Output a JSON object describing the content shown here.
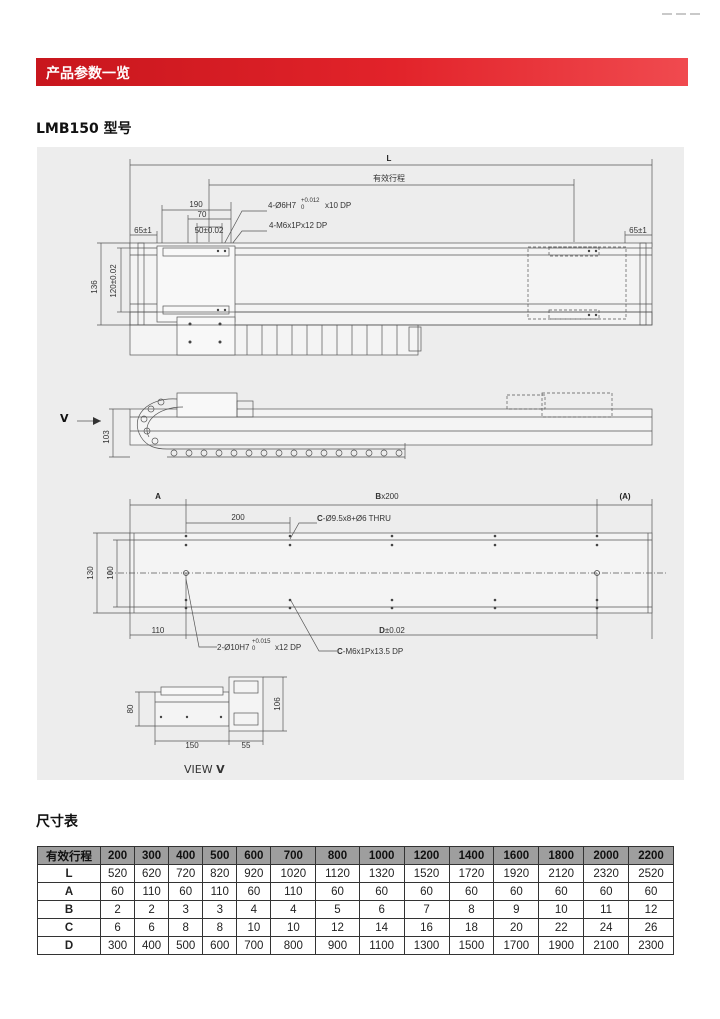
{
  "banner": {
    "title": "产品参数一览"
  },
  "model": {
    "title": "LMB150 型号"
  },
  "drawing": {
    "top_view": {
      "L": "L",
      "stroke": "有效行程",
      "d190": "190",
      "d70": "70",
      "d50": "50±0.02",
      "hole1_a": "4-Ø6H7",
      "hole1_tol": "+0.012",
      "hole1_tol0": "0",
      "hole1_b": "x10 DP",
      "hole2": "4-M6x1Px12 DP",
      "d65l": "65±1",
      "d65r": "65±1",
      "d136": "136",
      "d120": "120±0.02"
    },
    "side_view": {
      "v_label": "V",
      "d103": "103"
    },
    "bottom_view": {
      "A": "A",
      "B": "B",
      "Bx": "x200",
      "Ap": "(A)",
      "d200": "200",
      "c_hole_c": "C",
      "c_hole": "-Ø9.5x8+Ø6 THRU",
      "d130": "130",
      "d100": "100",
      "d110": "110",
      "D": "D",
      "Dtol": "±0.02",
      "pin_a": "2-Ø10H7",
      "pin_tol": "+0.015",
      "pin_tol0": "0",
      "pin_b": "x12 DP",
      "c_tap_c": "C",
      "c_tap": "-M6x1Px13.5 DP"
    },
    "end_view": {
      "d80": "80",
      "d106": "106",
      "d150": "150",
      "d55": "55",
      "view_prefix": "VIEW",
      "view_letter": "V"
    }
  },
  "size_table": {
    "title": "尺寸表",
    "header_label": "有效行程",
    "strokes": [
      "200",
      "300",
      "400",
      "500",
      "600",
      "700",
      "800",
      "1000",
      "1200",
      "1400",
      "1600",
      "1800",
      "2000",
      "2200"
    ],
    "rows": [
      {
        "label": "L",
        "values": [
          "520",
          "620",
          "720",
          "820",
          "920",
          "1020",
          "1120",
          "1320",
          "1520",
          "1720",
          "1920",
          "2120",
          "2320",
          "2520"
        ]
      },
      {
        "label": "A",
        "values": [
          "60",
          "110",
          "60",
          "110",
          "60",
          "110",
          "60",
          "60",
          "60",
          "60",
          "60",
          "60",
          "60",
          "60"
        ]
      },
      {
        "label": "B",
        "values": [
          "2",
          "2",
          "3",
          "3",
          "4",
          "4",
          "5",
          "6",
          "7",
          "8",
          "9",
          "10",
          "11",
          "12"
        ]
      },
      {
        "label": "C",
        "values": [
          "6",
          "6",
          "8",
          "8",
          "10",
          "10",
          "12",
          "14",
          "16",
          "18",
          "20",
          "22",
          "24",
          "26"
        ]
      },
      {
        "label": "D",
        "values": [
          "300",
          "400",
          "500",
          "600",
          "700",
          "800",
          "900",
          "1100",
          "1300",
          "1500",
          "1700",
          "1900",
          "2100",
          "2300"
        ]
      }
    ]
  }
}
